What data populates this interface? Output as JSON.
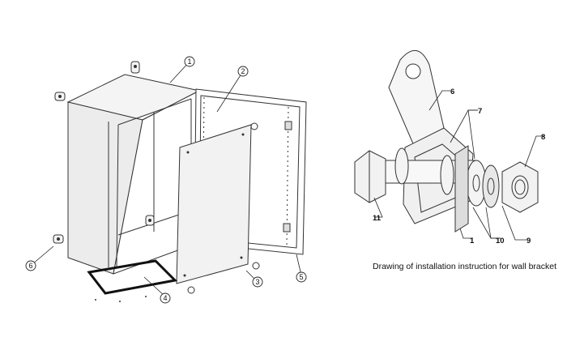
{
  "left_diagram": {
    "callouts": [
      "1",
      "2",
      "3",
      "4",
      "5",
      "6"
    ]
  },
  "right_diagram": {
    "callouts": [
      "6",
      "7",
      "8",
      "9",
      "10",
      "11",
      "1"
    ],
    "caption": "Drawing of installation instruction  for wall bracket"
  }
}
